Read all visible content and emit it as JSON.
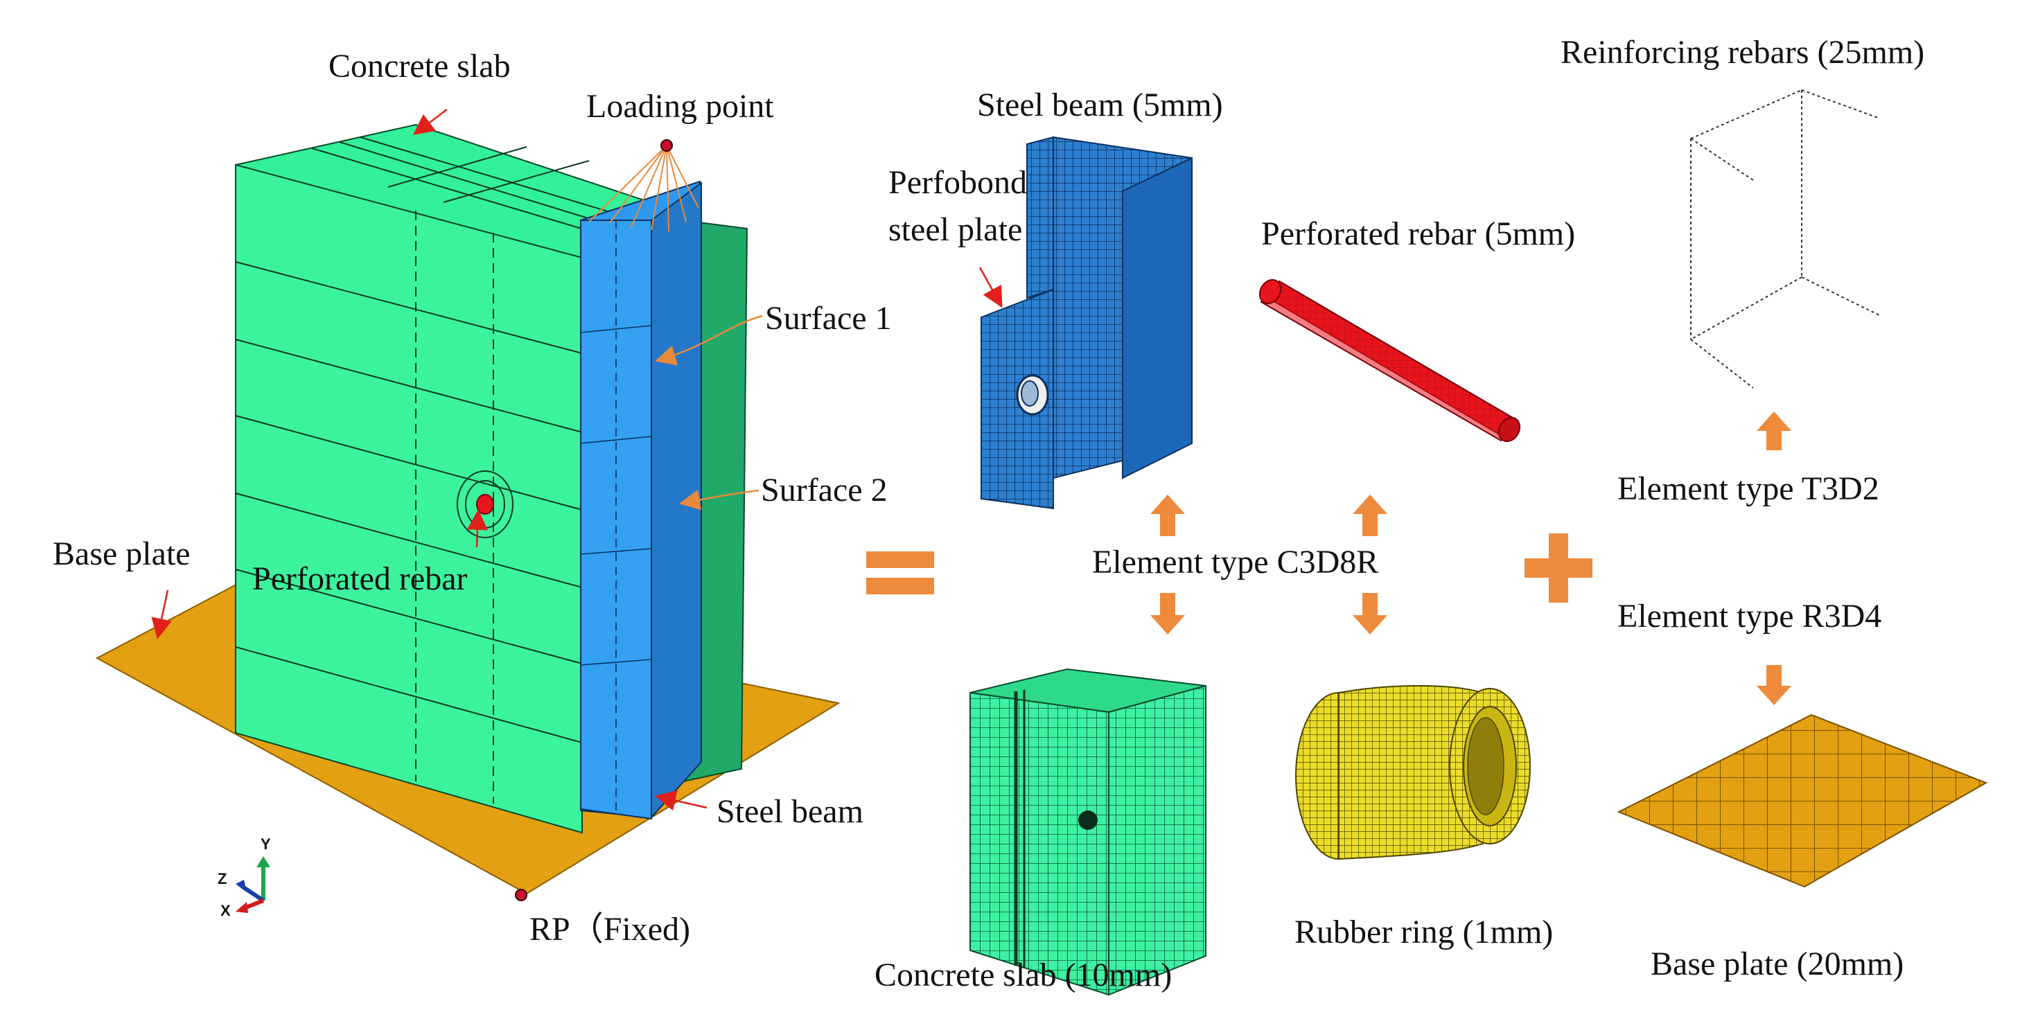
{
  "labels": {
    "concrete_slab": "Concrete slab",
    "loading_point": "Loading point",
    "surface_1": "Surface 1",
    "surface_2": "Surface 2",
    "base_plate": "Base plate",
    "perforated_rebar": "Perforated rebar",
    "steel_beam": "Steel beam",
    "rp_fixed": "RP（Fixed)",
    "steel_beam_5mm": "Steel beam (5mm)",
    "perfobond_line1": "Perfobond",
    "perfobond_line2": "steel plate",
    "perforated_rebar_5mm": "Perforated rebar (5mm)",
    "element_c3d8r": "Element type C3D8R",
    "concrete_slab_10mm": "Concrete slab (10mm)",
    "rubber_ring_1mm": "Rubber ring (1mm)",
    "reinforcing_rebars_25mm": "Reinforcing rebars (25mm)",
    "element_t3d2": "Element type T3D2",
    "element_r3d4": "Element type R3D4",
    "base_plate_20mm": "Base plate (20mm)"
  },
  "axes": {
    "y": "Y",
    "z": "Z",
    "x": "X"
  },
  "operators": {
    "equals": "=",
    "plus": "+"
  },
  "colors": {
    "concrete_green": "#33f09a",
    "steel_blue": "#2f98f0",
    "steel_dark_blue": "#1a5fa8",
    "base_orange": "#e3a012",
    "rebar_red": "#e8141e",
    "rubber_yellow": "#e8d714",
    "arrow_orange": "#ee8a3b",
    "leader_red": "#e0201a",
    "leader_orange": "#e88a3a"
  }
}
